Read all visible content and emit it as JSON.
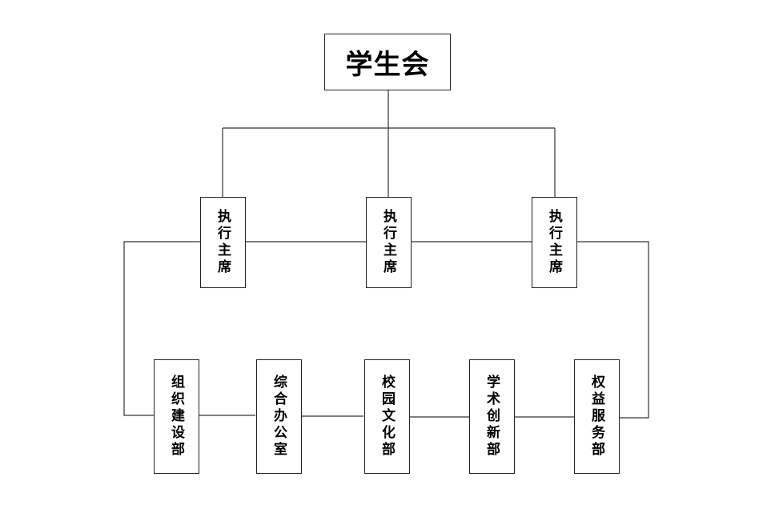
{
  "root": {
    "label": "学生会"
  },
  "executives": [
    {
      "label": "执行主席"
    },
    {
      "label": "执行主席"
    },
    {
      "label": "执行主席"
    }
  ],
  "departments": [
    {
      "label": "组织建设部"
    },
    {
      "label": "综合办公室"
    },
    {
      "label": "校园文化部"
    },
    {
      "label": "学术创新部"
    },
    {
      "label": "权益服务部"
    }
  ]
}
